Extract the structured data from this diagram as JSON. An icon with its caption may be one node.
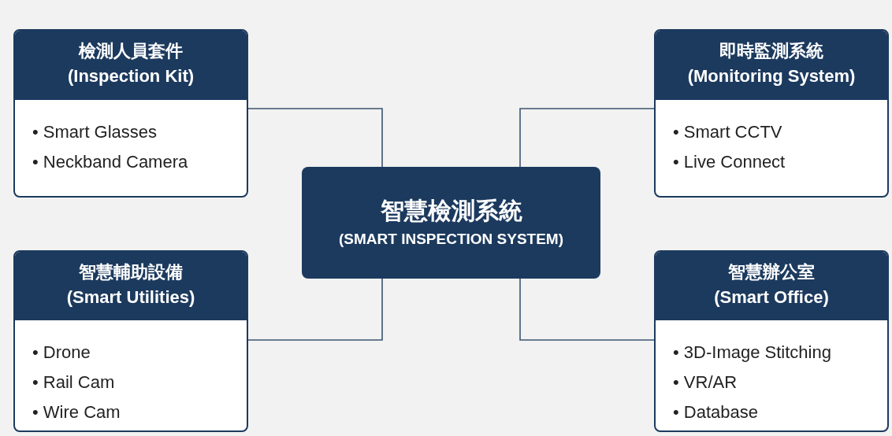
{
  "diagram": {
    "nodes": [
      {
        "text": [
          "檢測人員套件",
          "(Inspection Kit)",
          "• Smart Glasses",
          "• Neckband Camera"
        ]
      },
      {
        "text": [
          "即時監測系統",
          "(Monitoring System)",
          "• Smart CCTV",
          "• Live Connect"
        ]
      },
      {
        "text": [
          "智慧檢測系統",
          "(SMART INSPECTION SYSTEM)"
        ]
      },
      {
        "text": [
          "智慧輔助設備",
          "(Smart Utilities)",
          "• Drone",
          "• Rail Cam",
          "• Wire Cam"
        ]
      },
      {
        "text": [
          "智慧辦公室",
          "(Smart Office)",
          "• 3D-Image Stitching",
          "• VR/AR",
          "• Database"
        ]
      }
    ],
    "edges": [
      {
        "from": 2,
        "to": 0,
        "arrow": "none"
      },
      {
        "from": 2,
        "to": 1,
        "arrow": "none"
      },
      {
        "from": 2,
        "to": 3,
        "arrow": "none"
      },
      {
        "from": 2,
        "to": 4,
        "arrow": "none"
      }
    ]
  }
}
